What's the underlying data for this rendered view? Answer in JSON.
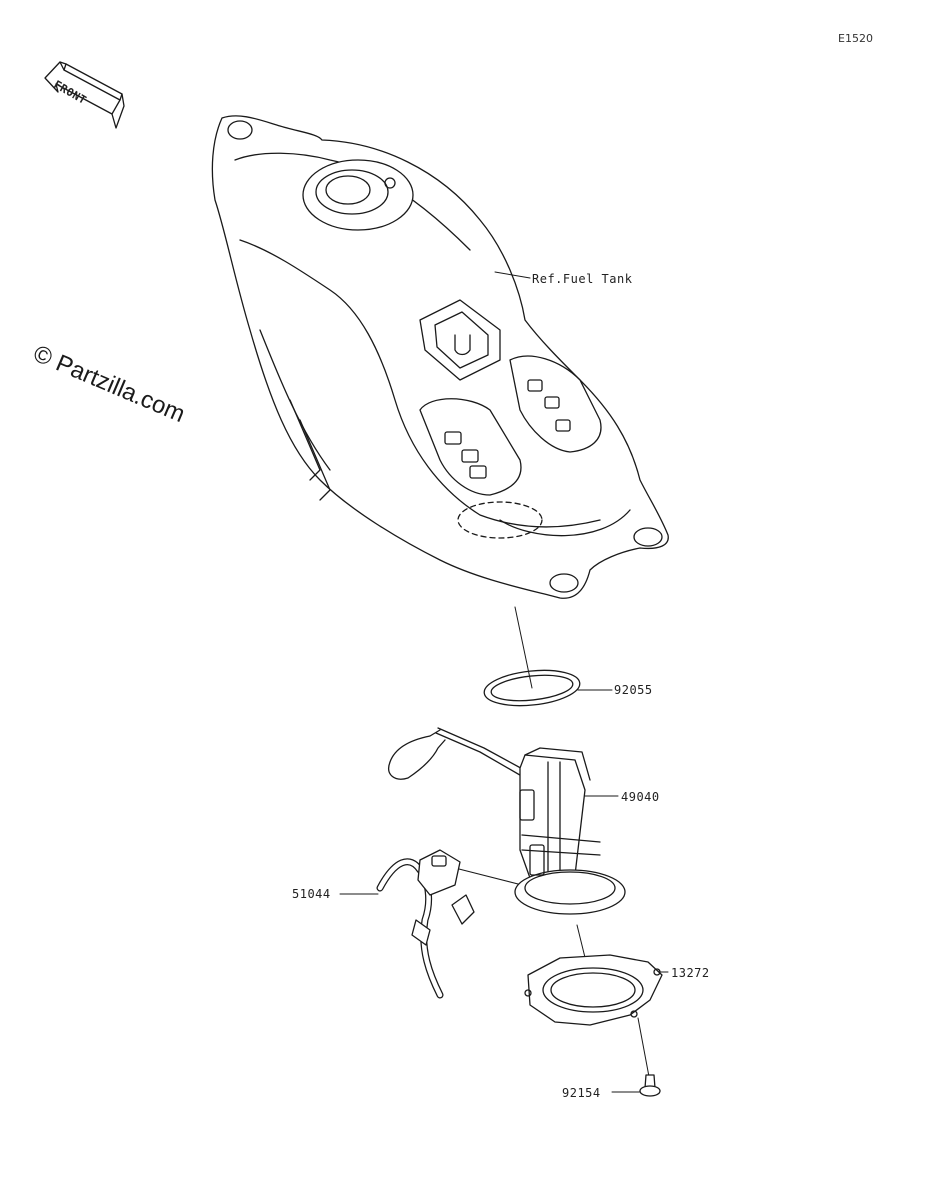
{
  "diagram_code": "E1520",
  "watermark": "© Partzilla.com",
  "front_arrow": {
    "text": "FRONT",
    "icon": "front-direction-arrow-icon"
  },
  "parts": [
    {
      "id": "ref_tank",
      "label": "Ref.Fuel Tank"
    },
    {
      "id": "gasket",
      "label": "92055"
    },
    {
      "id": "pump",
      "label": "49040"
    },
    {
      "id": "hose",
      "label": "51044"
    },
    {
      "id": "plate",
      "label": "13272"
    },
    {
      "id": "bolt",
      "label": "92154"
    }
  ]
}
